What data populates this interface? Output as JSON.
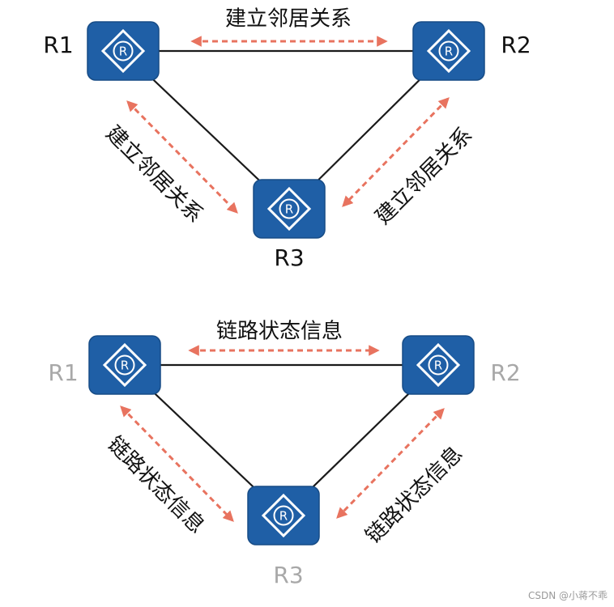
{
  "diagrams": [
    {
      "id": "top",
      "routers": [
        {
          "id": "R1",
          "label": "R1",
          "label_style": "dark"
        },
        {
          "id": "R2",
          "label": "R2",
          "label_style": "dark"
        },
        {
          "id": "R3",
          "label": "R3",
          "label_style": "dark"
        }
      ],
      "links": [
        {
          "from": "R1",
          "to": "R2",
          "label": "建立邻居关系"
        },
        {
          "from": "R1",
          "to": "R3",
          "label": "建立邻居关系"
        },
        {
          "from": "R2",
          "to": "R3",
          "label": "建立邻居关系"
        }
      ]
    },
    {
      "id": "bottom",
      "routers": [
        {
          "id": "R1",
          "label": "R1",
          "label_style": "light"
        },
        {
          "id": "R2",
          "label": "R2",
          "label_style": "light"
        },
        {
          "id": "R3",
          "label": "R3",
          "label_style": "light"
        }
      ],
      "links": [
        {
          "from": "R1",
          "to": "R2",
          "label": "链路状态信息"
        },
        {
          "from": "R1",
          "to": "R3",
          "label": "链路状态信息"
        },
        {
          "from": "R2",
          "to": "R3",
          "label": "链路状态信息"
        }
      ]
    }
  ],
  "router_icon_glyph": "R",
  "colors": {
    "router_fill": "#1f5fa6",
    "router_stroke": "#174c86",
    "link": "#1a1a1a",
    "arrow": "#e8735f",
    "label_dark": "#111111",
    "label_light": "#a8a8a8"
  },
  "watermark": "CSDN @小蒋不乖"
}
